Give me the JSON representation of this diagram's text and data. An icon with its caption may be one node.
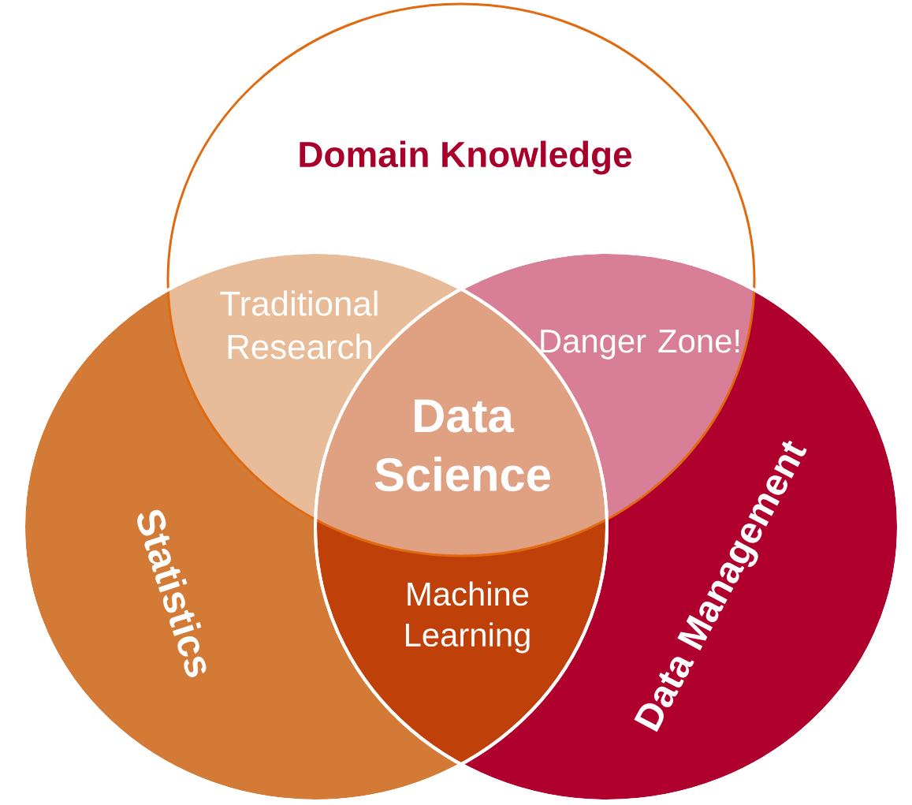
{
  "diagram": {
    "nodes": [
      {
        "text": [
          "Domain Knowledge"
        ]
      },
      {
        "text": [
          "Statistics"
        ]
      },
      {
        "text": [
          "Data Management"
        ]
      }
    ],
    "labels": [
      "Traditional Research",
      "Danger Zone!",
      "Data Science",
      "Machine Learning"
    ]
  }
}
